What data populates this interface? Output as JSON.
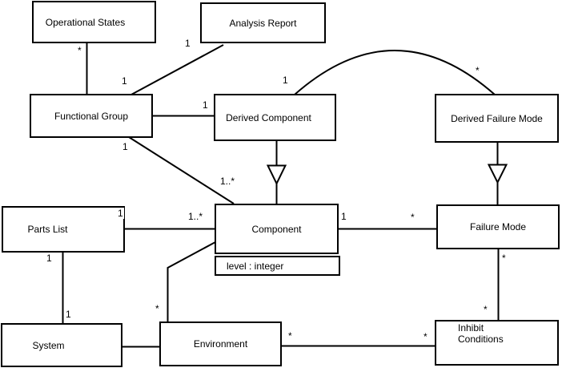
{
  "diagram": {
    "type": "uml-class-diagram",
    "colors": {
      "line": "#000000",
      "box_fill": "#ffffff",
      "background": "#ffffff",
      "text": "#000000"
    },
    "classes": [
      {
        "name": "Operational States"
      },
      {
        "name": "Analysis Report"
      },
      {
        "name": "Functional Group"
      },
      {
        "name": "Derived Component"
      },
      {
        "name": "Derived Failure Mode"
      },
      {
        "name": "Parts List"
      },
      {
        "name": "Component",
        "attributes": [
          "level : integer"
        ]
      },
      {
        "name": "Failure Mode"
      },
      {
        "name": "System"
      },
      {
        "name": "Environment"
      },
      {
        "name": "Inhibit Conditions",
        "name_lines": [
          "Inhibit",
          "Conditions"
        ]
      }
    ],
    "generalizations": [
      {
        "child": "Derived Component",
        "parent": "Component"
      },
      {
        "child": "Derived Failure Mode",
        "parent": "Failure Mode"
      }
    ],
    "multiplicities": [
      {
        "assoc": "operational-states-functional-group",
        "end": "operational-states",
        "text": "*"
      },
      {
        "assoc": "operational-states-functional-group",
        "end": "functional-group",
        "text": "1"
      },
      {
        "assoc": "analysis-report-functional-group",
        "end": "analysis-report",
        "text": "1"
      },
      {
        "assoc": "functional-group-derived-component",
        "end": "derived-component",
        "text": "1"
      },
      {
        "assoc": "derived-component-derived-failure-mode",
        "end": "derived-component",
        "text": "1"
      },
      {
        "assoc": "derived-component-derived-failure-mode",
        "end": "derived-failure-mode",
        "text": "*"
      },
      {
        "assoc": "functional-group-component",
        "end": "functional-group",
        "text": "1"
      },
      {
        "assoc": "functional-group-component",
        "end": "component",
        "text": "1..*"
      },
      {
        "assoc": "parts-list-component",
        "end": "parts-list",
        "text": "1"
      },
      {
        "assoc": "parts-list-component",
        "end": "component",
        "text": "1..*"
      },
      {
        "assoc": "component-failure-mode",
        "end": "component",
        "text": "1"
      },
      {
        "assoc": "component-failure-mode",
        "end": "failure-mode",
        "text": "*"
      },
      {
        "assoc": "parts-list-system",
        "end": "parts-list",
        "text": "1"
      },
      {
        "assoc": "parts-list-system",
        "end": "system",
        "text": "1"
      },
      {
        "assoc": "component-environment",
        "end": "environment",
        "text": "*"
      },
      {
        "assoc": "environment-inhibit-conditions",
        "end": "environment",
        "text": "*"
      },
      {
        "assoc": "environment-inhibit-conditions",
        "end": "inhibit-conditions",
        "text": "*"
      },
      {
        "assoc": "failure-mode-inhibit-conditions",
        "end": "failure-mode",
        "text": "*"
      },
      {
        "assoc": "failure-mode-inhibit-conditions",
        "end": "inhibit-conditions",
        "text": "*"
      }
    ]
  }
}
